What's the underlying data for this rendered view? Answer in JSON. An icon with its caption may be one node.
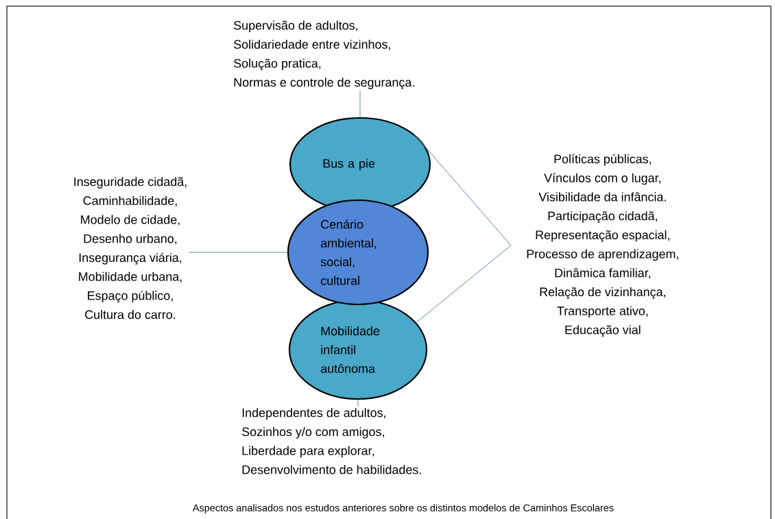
{
  "diagram": {
    "caption": "Aspectos analisados nos estudos  anteriores sobre os distintos modelos de Caminhos Escolares",
    "nodes": [
      {
        "text": [
          "Supervisão de  adultos,",
          "Solidariedade entre vizinhos,",
          "Solução pratica,",
          "Normas e controle de segurança."
        ]
      },
      {
        "text": [
          "Bus a pie"
        ]
      },
      {
        "text": [
          "Cenário ambiental, social, cultural"
        ]
      },
      {
        "text": [
          "Mobilidade infantil autônoma"
        ]
      },
      {
        "text": [
          "Inseguridade cidadã,",
          "Caminhabilidade,",
          "Modelo de cidade,",
          "Desenho urbano,",
          "Insegurança viária,",
          "Mobilidade urbana,",
          "Espaço público,",
          "Cultura do carro."
        ]
      },
      {
        "text": [
          "Políticas públicas,",
          "Vínculos com o lugar,",
          "Visibilidade da infância.",
          "Participação  cidadã,",
          "Representação espacial,",
          "Processo de aprendizagem,",
          "Dinâmica familiar,",
          "Relação de vizinhança,",
          "Transporte ativo,",
          "Educação vial"
        ]
      },
      {
        "text": [
          "Independentes de adultos,",
          "Sozinhos y/o  com amigos,",
          "Liberdade para explorar,",
          "Desenvolvimento de habilidades."
        ]
      }
    ],
    "edges": [
      {
        "from": 0,
        "to": 1,
        "arrow": "none"
      },
      {
        "from": 4,
        "to": 2,
        "arrow": "none"
      },
      {
        "from": 1,
        "to": 5,
        "arrow": "none"
      },
      {
        "from": 3,
        "to": 5,
        "arrow": "none"
      },
      {
        "from": 3,
        "to": 6,
        "arrow": "none"
      }
    ]
  }
}
